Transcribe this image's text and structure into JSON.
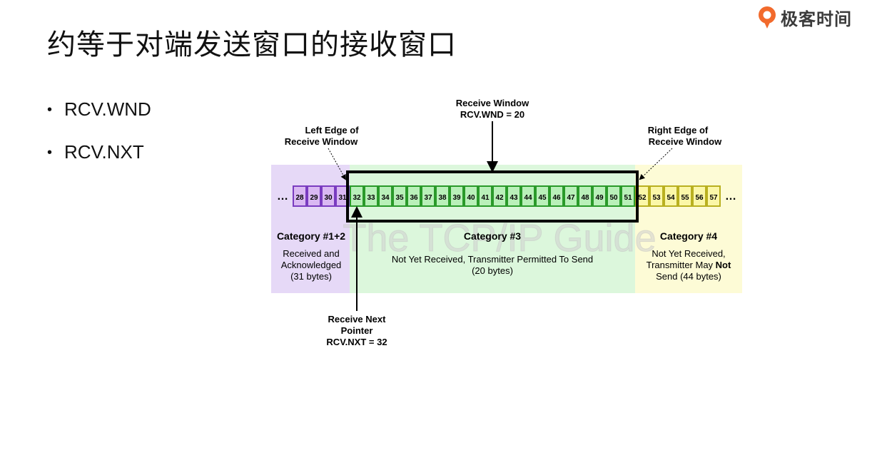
{
  "slide": {
    "title": "约等于对端发送窗口的接收窗口",
    "logo_text": "极客时间"
  },
  "bullets": [
    {
      "label": "RCV.WND"
    },
    {
      "label": "RCV.NXT"
    }
  ],
  "diagram": {
    "ellipsis": "…",
    "bytes": {
      "received": [
        "28",
        "29",
        "30",
        "31"
      ],
      "window": [
        "32",
        "33",
        "34",
        "35",
        "36",
        "37",
        "38",
        "39",
        "40",
        "41",
        "42",
        "43",
        "44",
        "45",
        "46",
        "47",
        "48",
        "49",
        "50",
        "51"
      ],
      "not_permitted": [
        "52",
        "53",
        "54",
        "55",
        "56",
        "57"
      ]
    },
    "labels": {
      "receive_window_1": "Receive Window",
      "receive_window_2": "RCV.WND = 20",
      "left_edge_1": "Left Edge of",
      "left_edge_2": "Receive Window",
      "right_edge_1": "Right Edge of",
      "right_edge_2": "Receive Window",
      "next_ptr_1": "Receive Next",
      "next_ptr_2": "Pointer",
      "next_ptr_3": "RCV.NXT = 32"
    },
    "categories": {
      "cat12_title": "Category #1+2",
      "cat12_line1": "Received and",
      "cat12_line2": "Acknowledged",
      "cat12_line3": "(31 bytes)",
      "cat3_title": "Category #3",
      "cat3_line1": "Not Yet Received, Transmitter Permitted To Send",
      "cat3_line2": "(20 bytes)",
      "cat4_title": "Category #4",
      "cat4_line1": "Not Yet Received,",
      "cat4_line2a": "Transmitter May ",
      "cat4_line2b": "Not",
      "cat4_line3": "Send (44 bytes)"
    },
    "watermark": "The TCP/IP Guide",
    "colors": {
      "purple_bg": "#e6d9f7",
      "purple_cell": "#d9b8f2",
      "purple_border": "#7a3cc0",
      "green_bg": "#dcf7dc",
      "green_cell": "#b9f0b9",
      "green_border": "#2a9a2a",
      "yellow_bg": "#fdfbd6",
      "yellow_cell": "#fbf7a8",
      "yellow_border": "#b9b020"
    }
  }
}
